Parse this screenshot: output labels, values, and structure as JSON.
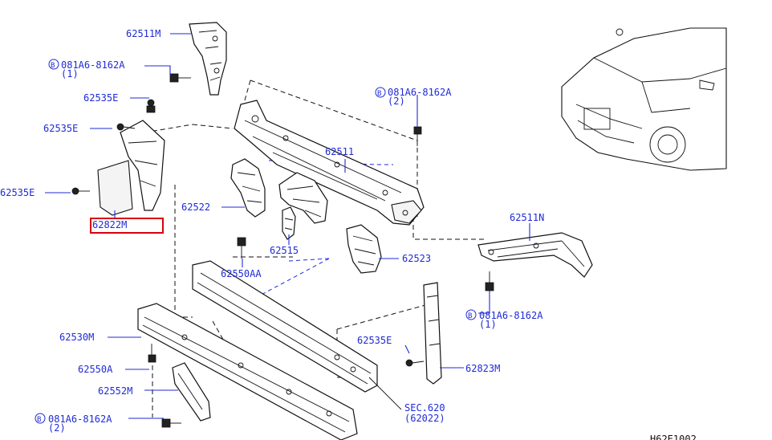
{
  "labels": {
    "p62511M": "62511M",
    "bolt_top_left": "081A6-8162A",
    "qty_top_left": "(1)",
    "p62535E_a": "62535E",
    "p62535E_b": "62535E",
    "p62535E_c": "62535E",
    "p62822M": "62822M",
    "bolt_top_mid": "081A6-8162A",
    "qty_top_mid": "(2)",
    "p62511": "62511",
    "p62522": "62522",
    "p62515": "62515",
    "p62550AA": "62550AA",
    "p62523": "62523",
    "p62511N": "62511N",
    "bolt_right": "081A6-8162A",
    "qty_right": "(1)",
    "p62530M": "62530M",
    "p62535E_d": "62535E",
    "p62550A": "62550A",
    "p62823M": "62823M",
    "p62552M": "62552M",
    "sec": "SEC.620",
    "sec_ref": "(62022)",
    "bolt_bottom": "081A6-8162A",
    "qty_bottom": "(2)",
    "bolt_prefix": "B",
    "corner_id": "H62E1002"
  },
  "highlight_color": "#d8000c",
  "label_color": "#1f2bd6"
}
